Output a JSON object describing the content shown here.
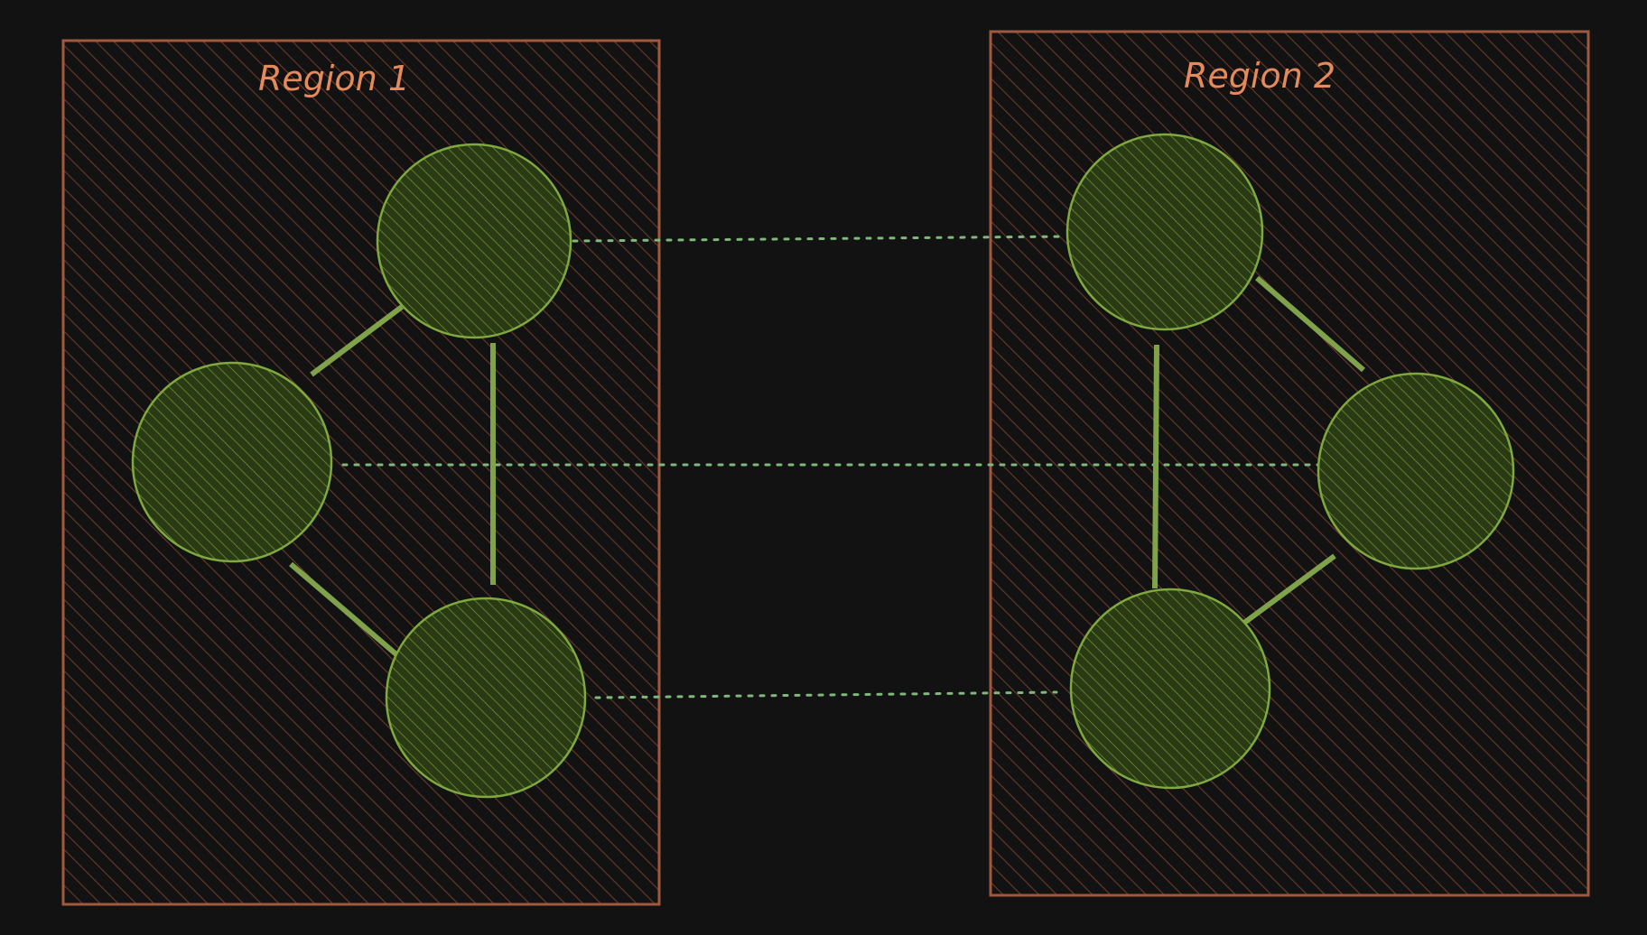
{
  "diagram": {
    "background": "#121212",
    "colors": {
      "region_stroke": "#a0583f",
      "region_hatch": "#6a3a2c",
      "region_label": "#e58a5a",
      "node_stroke": "#7fa83f",
      "node_fill": "#2a3a14",
      "node_hatch": "#5f7f2a",
      "edge": "#7fa24a",
      "link": "#7fb87a"
    },
    "regions": [
      {
        "id": "region-1",
        "label": "Region 1"
      },
      {
        "id": "region-2",
        "label": "Region 2"
      }
    ],
    "nodes": [
      {
        "id": "r1-top",
        "region": "region-1"
      },
      {
        "id": "r1-left",
        "region": "region-1"
      },
      {
        "id": "r1-bottom",
        "region": "region-1"
      },
      {
        "id": "r2-top",
        "region": "region-2"
      },
      {
        "id": "r2-right",
        "region": "region-2"
      },
      {
        "id": "r2-bottom",
        "region": "region-2"
      }
    ],
    "edges": [
      {
        "from": "r1-top",
        "to": "r1-left",
        "style": "solid"
      },
      {
        "from": "r1-top",
        "to": "r1-bottom",
        "style": "solid"
      },
      {
        "from": "r1-left",
        "to": "r1-bottom",
        "style": "solid"
      },
      {
        "from": "r2-top",
        "to": "r2-right",
        "style": "solid"
      },
      {
        "from": "r2-top",
        "to": "r2-bottom",
        "style": "solid"
      },
      {
        "from": "r2-right",
        "to": "r2-bottom",
        "style": "solid"
      },
      {
        "from": "r1-top",
        "to": "r2-top",
        "style": "dotted"
      },
      {
        "from": "r1-left",
        "to": "r2-right",
        "style": "dotted"
      },
      {
        "from": "r1-bottom",
        "to": "r2-bottom",
        "style": "dotted"
      }
    ]
  }
}
